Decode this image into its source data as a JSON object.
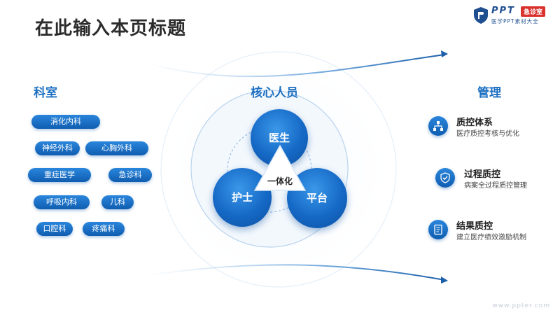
{
  "page": {
    "title": "在此输入本页标题",
    "watermark": "www.ppter.com"
  },
  "logo": {
    "brand": "PPT",
    "badge": "急诊室",
    "subtitle": "医学PPT素材大全"
  },
  "left_column": {
    "heading": "科室",
    "departments": [
      "消化内科",
      "神经外科",
      "心胸外科",
      "重症医学",
      "急诊科",
      "呼吸内科",
      "儿科",
      "口腔科",
      "疼痛科"
    ]
  },
  "center": {
    "heading": "核心人员",
    "core_label": "一体化",
    "nodes": [
      "医生",
      "护士",
      "平台"
    ]
  },
  "right_column": {
    "heading": "管理",
    "items": [
      {
        "title": "质控体系",
        "desc": "医疗质控考核与优化",
        "icon": "org-chart-icon"
      },
      {
        "title": "过程质控",
        "desc": "病案全过程质控管理",
        "icon": "shield-check-icon"
      },
      {
        "title": "结果质控",
        "desc": "建立医疗绩效激励机制",
        "icon": "document-icon"
      }
    ]
  },
  "colors": {
    "primary": "#1569c6",
    "heading": "#1c6fc1",
    "accent_red": "#d9322e"
  }
}
